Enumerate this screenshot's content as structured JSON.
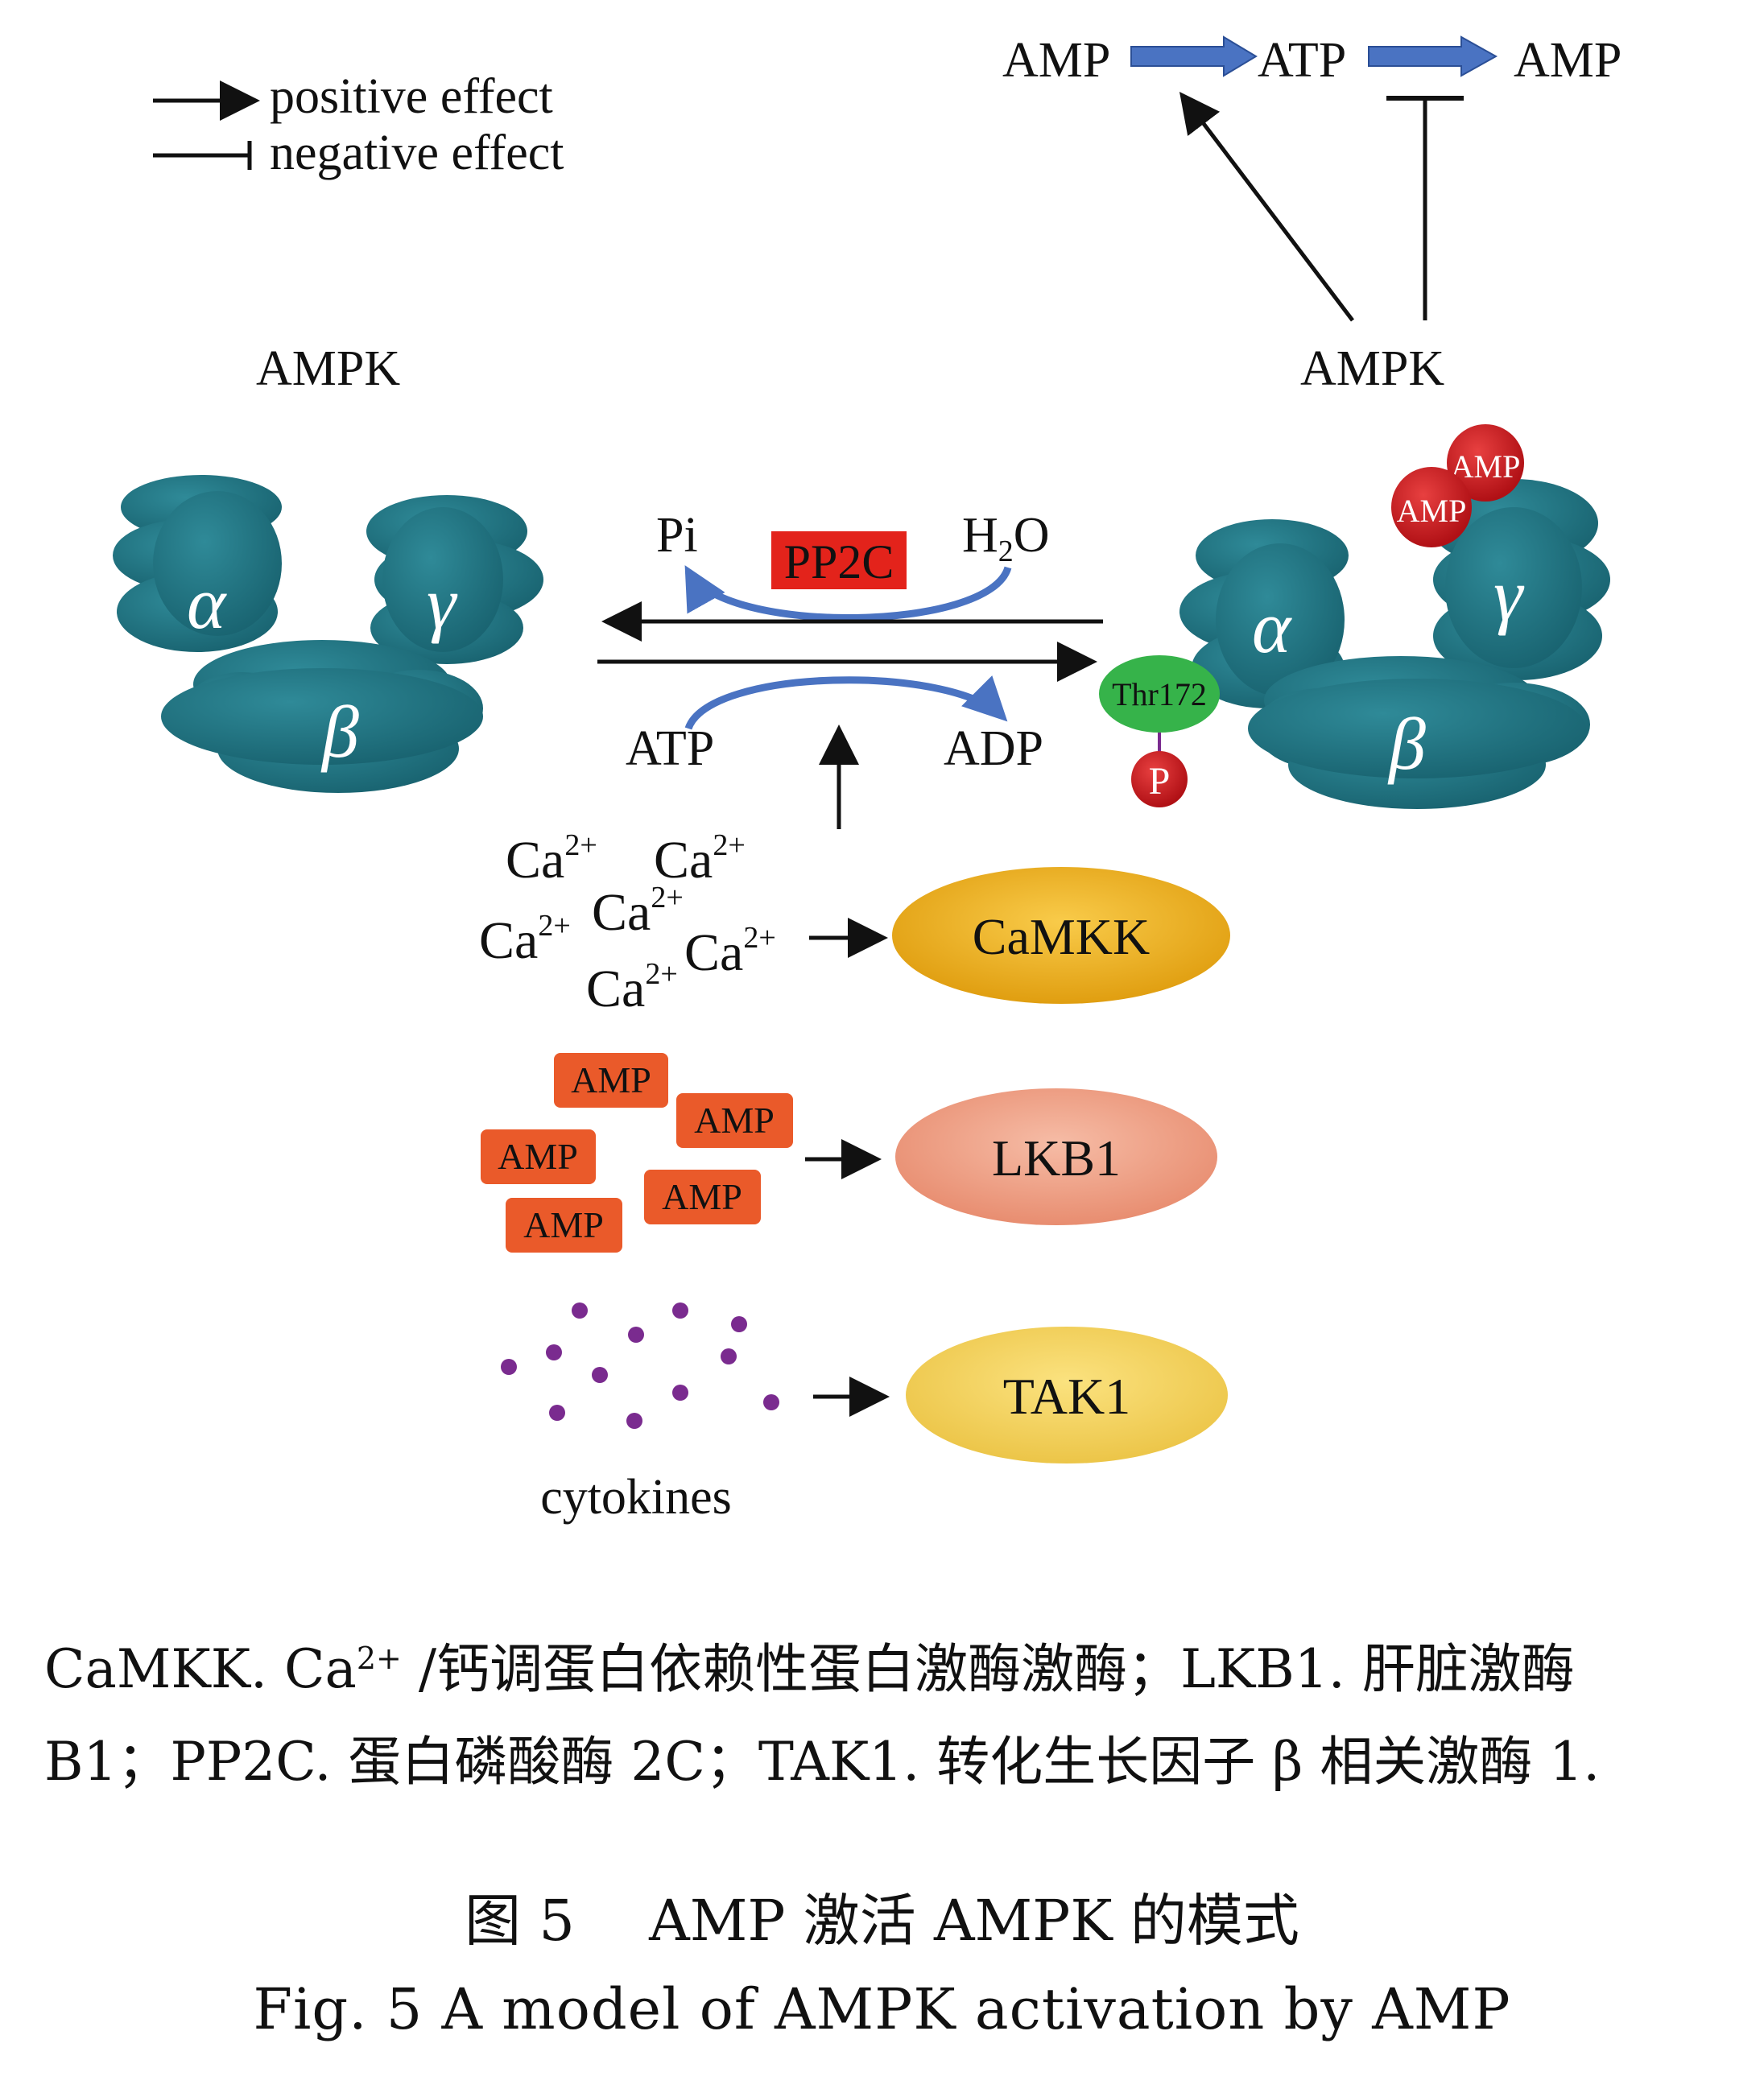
{
  "legend": {
    "positive": "positive effect",
    "negative": "negative effect"
  },
  "cycle": {
    "amp_left": "AMP",
    "atp": "ATP",
    "amp_right": "AMP"
  },
  "ampk_left": {
    "label": "AMPK",
    "alpha": "α",
    "gamma": "γ",
    "beta": "β"
  },
  "ampk_right": {
    "label": "AMPK",
    "alpha": "α",
    "gamma": "γ",
    "beta": "β",
    "amp_ball_1": "AMP",
    "amp_ball_2": "AMP",
    "thr": "Thr172",
    "p": "P"
  },
  "reaction": {
    "pi": "Pi",
    "pp2c": "PP2C",
    "h2o_h": "H",
    "h2o_sub": "2",
    "h2o_o": "O",
    "atp": "ATP",
    "adp": "ADP"
  },
  "calcium": {
    "ca": "Ca",
    "charge": "2+"
  },
  "kinases": {
    "camkk": "CaMKK",
    "lkb1": "LKB1",
    "tak1": "TAK1"
  },
  "amp_boxes": [
    "AMP",
    "AMP",
    "AMP",
    "AMP",
    "AMP"
  ],
  "cytokines": "cytokines",
  "caption": {
    "line1_a": "CaMKK. Ca",
    "line1_sup": "2+",
    "line1_b": " /钙调蛋白依赖性蛋白激酶激酶；LKB1. 肝脏激酶",
    "line2": "B1；PP2C. 蛋白磷酸酶 2C；TAK1. 转化生长因子 β 相关激酶 1.",
    "fig_zh": "图 5　 AMP 激活 AMPK 的模式",
    "fig_en": "Fig. 5   A model of AMPK activation by AMP"
  },
  "colors": {
    "subunit": "#1f6f7e",
    "pp2c": "#e3231b",
    "camkk": "#f2b320",
    "lkb1": "#f1a68e",
    "tak1": "#f6d460",
    "amp_box": "#ea5a2a",
    "amp_ball": "#d2191d",
    "thr": "#36b34a",
    "cytokine": "#7a2b8f",
    "cycle_arrow": "#4a73c2"
  }
}
